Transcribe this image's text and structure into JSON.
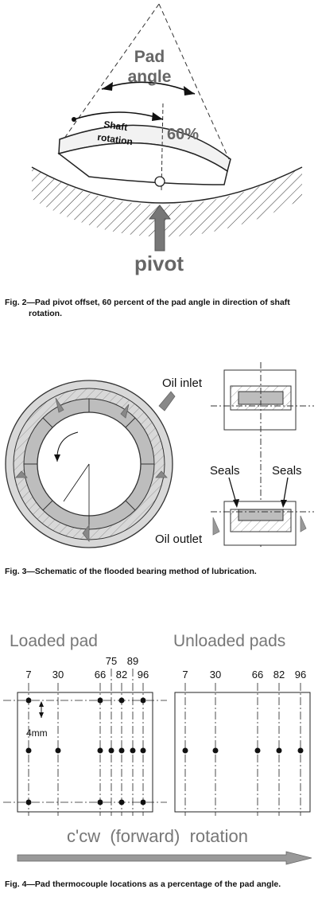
{
  "fig2": {
    "pad_label_1": "Pad",
    "pad_label_2": "angle",
    "shaft_label_1": "Shaft",
    "shaft_label_2": "rotation",
    "percent": "60%",
    "pivot": "pivot",
    "caption_line1": "Fig. 2—Pad pivot offset, 60 percent of the pad angle in direction of shaft",
    "caption_line2": "rotation."
  },
  "fig3": {
    "oil_inlet": "Oil inlet",
    "seals_left": "Seals",
    "seals_right": "Seals",
    "oil_outlet": "Oil outlet",
    "caption": "Fig. 3—Schematic of the flooded bearing method of lubrication."
  },
  "fig4": {
    "loaded_title": "Loaded pad",
    "unloaded_title": "Unloaded pads",
    "loaded_top_labels": [
      "75",
      "89"
    ],
    "loaded_labels": [
      "7",
      "30",
      "66",
      "82",
      "96"
    ],
    "unloaded_labels": [
      "7",
      "30",
      "66",
      "82",
      "96"
    ],
    "dim_label": "4mm",
    "rotation": "c'cw  (forward)  rotation",
    "caption": "Fig. 4—Pad thermocouple locations as a percentage of the pad angle."
  }
}
